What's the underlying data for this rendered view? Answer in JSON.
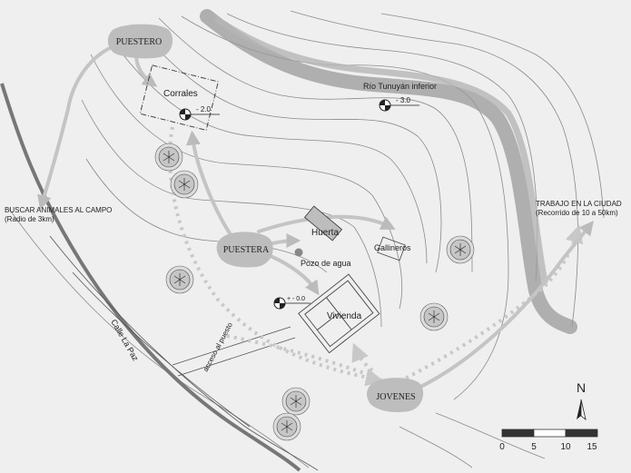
{
  "labels": {
    "puestero": "PUESTERO",
    "puestera": "PUESTERA",
    "jovenes": "JOVENES",
    "corrales": "Corrales",
    "huerta": "Huerta",
    "gallineros": "Gallineros",
    "pozo": "Pozo de agua",
    "vivienda": "Vivienda",
    "rio": "Río Tunuyán inferior",
    "buscar_line1": "BUSCAR ANIMALES AL CAMPO",
    "buscar_line2": "(Radio de 3km)",
    "trabajo_line1": "TRABAJO EN LA CIUDAD",
    "trabajo_line2": "(Recorrido de 10 a 50km)",
    "calle": "Calle La Paz",
    "acceso": "acceso al puesto"
  },
  "levels": {
    "corrales": "- 2.0",
    "rio": "- 3.0",
    "vivienda": "+ - 0.0"
  },
  "north": "N",
  "scale": {
    "ticks": [
      "0",
      "5",
      "10",
      "15"
    ]
  },
  "colors": {
    "background": "#efefef",
    "contour": "#8a8a8a",
    "river": "#9a9a9a",
    "arrow": "#c4c4c4",
    "blob": "#bdbdbd",
    "road": "#777777"
  }
}
